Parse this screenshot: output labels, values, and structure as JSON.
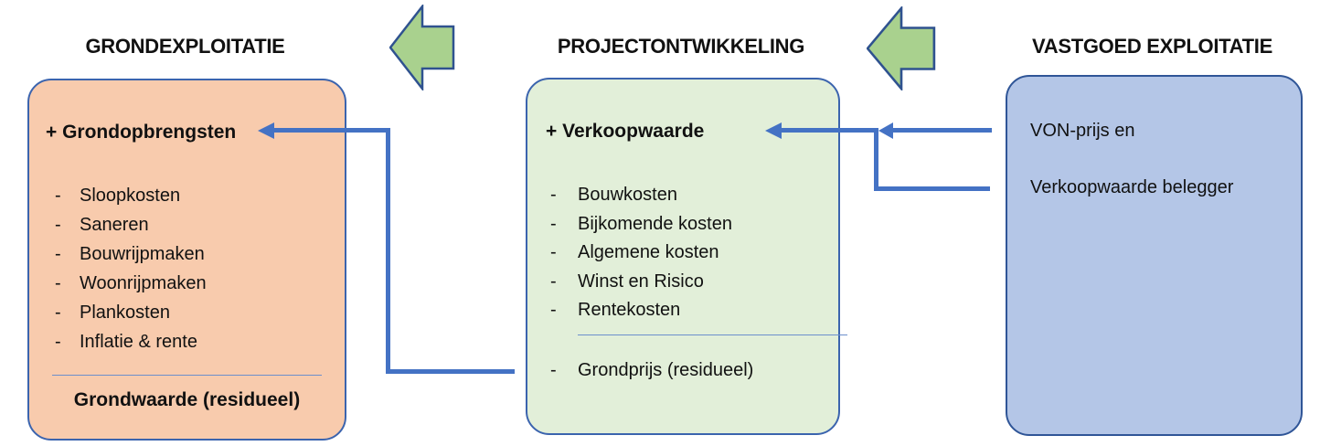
{
  "titles": {
    "left": "GRONDEXPLOITATIE",
    "middle": "PROJECTONTWIKKELING",
    "right": "VASTGOED EXPLOITATIE"
  },
  "bullet_char": "-",
  "boxes": {
    "grondexploitatie": {
      "header": "+ Grondopbrengsten",
      "items": [
        "Sloopkosten",
        "Saneren",
        "Bouwrijpmaken",
        "Woonrijpmaken",
        "Plankosten",
        "Inflatie & rente"
      ],
      "footer": "Grondwaarde (residueel)"
    },
    "projectontwikkeling": {
      "header": "+ Verkoopwaarde",
      "items": [
        "Bouwkosten",
        "Bijkomende kosten",
        "Algemene kosten",
        "Winst en Risico",
        "Rentekosten"
      ],
      "footer": "Grondprijs (residueel)"
    },
    "vastgoedexploitatie": {
      "lines": [
        "VON-prijs en",
        "Verkoopwaarde belegger"
      ]
    }
  },
  "colors": {
    "orange-fill": "#F8CBAD",
    "green-fill": "#E2EFD9",
    "blue-fill": "#B4C6E7",
    "box-border": "#3B64AE",
    "connector": "#4472C4",
    "arrow-fill": "#A9D18E",
    "arrow-border": "#2F528F",
    "rule": "#6C8FCC",
    "text": "#111111"
  }
}
